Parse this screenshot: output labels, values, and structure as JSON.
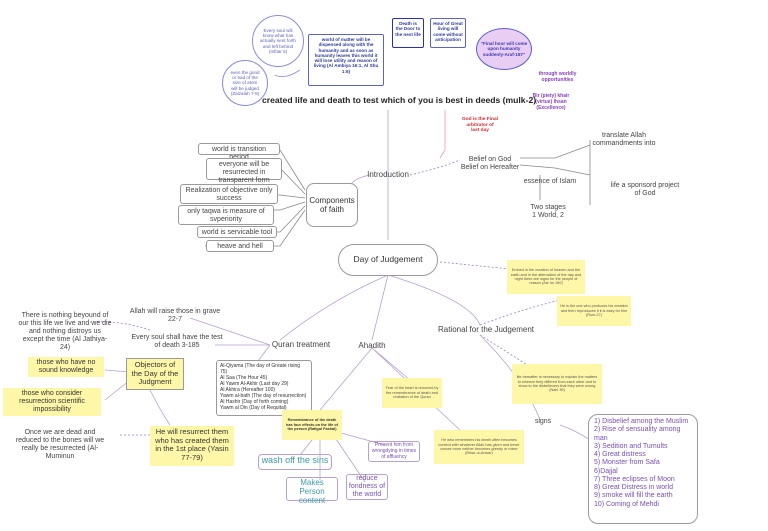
{
  "title": "created life and death to test which of you is best in deeds (mulk-2)",
  "ellipse_top": "Every soul will know what has actually sent forth and left behind (Infitar 5)",
  "ellipse_bottom": "even the good or bad of the size of atom will be judged (Zalzalah 7-8)",
  "world_of_matter": "world of matter will be dispensed along with the humanity and as soon as humanity leaves this world it will lose utility and reason of living (Al Ambiya 16:1, Al Shu 1:6)",
  "death_box": "Death is the Door to the next life",
  "hour_box": "Hour of Great living will come without anticipation",
  "final_hour": "\"Final hour will come upon humanity suddenly-Araf-187\"",
  "through_worldly": "through worldly opportunities",
  "birr": "Bir (piety) khair (virtue) Ihsan (Excellence)",
  "god_final": "God is the Final arbitrator of last day",
  "translate": "translate Allah commandments into",
  "belief": "Belief on God\nBelief on Hereafter",
  "essence": "essence of Islam",
  "sponsored": "life a sponsord project of God",
  "two_stages": "Two stages\n1 World, 2",
  "introduction": "Introduction",
  "components": "Components of faith",
  "faith_items": [
    "world is transition period",
    "everyone will be resurrected in transparent form",
    "Realization of objective only success",
    "only taqwa is measure of svperiority",
    "world is servicable tool",
    "heave and hell"
  ],
  "day_of_judgement": "Day of Judgement",
  "rational_note": "Embed in the creation of heaven and the earth and in the alternation of the day and night there are signs for the people of reason (Ale Im 190)",
  "he_is_note": "He is the one who produces his creation and then reproduces it it is easy for him (Rum-27)",
  "quran_treatment": "Quran treatment",
  "ahadith": "Ahadith",
  "rational": "Rational for the Judgement",
  "allah_raise": "Allah will raise those in grave 22-7",
  "every_soul": "Every soul shall have the test of death 3-185",
  "nothing_beyond": "There is nothing beyound of our this life we live and we die and nothing distroys us except the time (Al Jathiya-24)",
  "no_sound": "those who have no sound knowledge",
  "resurrection_impossible": "those who consider resurrection scientific impossibility",
  "dead_reduced": "Once we are dead and reduced to the bones will we really be resurrected (Al-Muminun",
  "objectors": "Objectors of the Day of the Judgment",
  "resurrect_them": "He will resurrect them who has created them in the 1st place (Yasin 77-79)",
  "names": [
    "Al-Qiyama (The day of Greate rising 75)",
    "Al Saa (The Hour 45)",
    "Al Yawm Al-Akhir (Last day 29)",
    "Al Akhira (Hereafter 100)",
    "Yawm al-bath (The day of resurrection)",
    "Al Hashir (Day of forth coming)",
    "Yawm al Din (Day of Requital)"
  ],
  "fear_hearts": "Fear of the heart is removed by the remembrance of death and recitation of the Quran",
  "remembrance": "Remembrance of the death has four effects on the life of the person (Rafigul Fashal)",
  "wise_remembers": "He who remembers his death often becomes content with whatever Allah has given and never craves more neither becomes greedy or miser (Bihar-ul-Anwar)",
  "hereafter_necessary": "life hereafter is necessary to explain the matters to whence they differed from each other and to show to the disbelievers that they were wrong (Nahl 39)",
  "wash_sins": "wash off the sins",
  "prevent": "Prevent him from wrongdying in times of affluency",
  "makes_content": "Makes Person content",
  "reduce_fondness": "reduce fondness of the world",
  "signs_label": "signs",
  "signs": [
    "1) Disbelief among the Muslim",
    "2) Rise of sensuality among man",
    "3) Sedition and Tumults",
    "4) Great distress",
    "5) Monster from Safa",
    "6)Dajjal",
    "7) Three eclipses of Moon",
    "8) Great Distress in world",
    "9) smoke will fill the earth",
    "10) Coming of Mehdi"
  ]
}
